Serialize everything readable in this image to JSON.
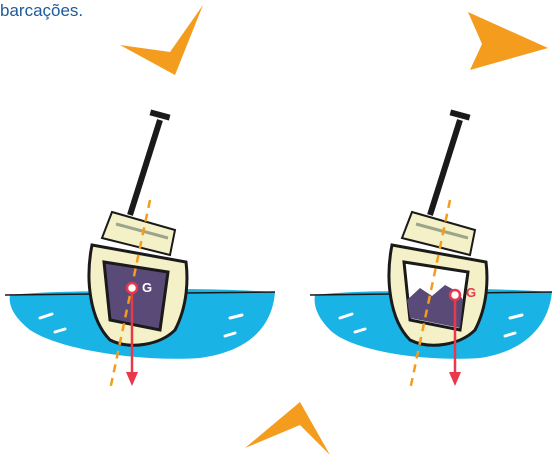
{
  "caption": "barcações.",
  "diagram": {
    "left_boat": {
      "cg_label": "G",
      "cargo_state": "stable"
    },
    "right_boat": {
      "cg_label": "G",
      "cargo_state": "shifted"
    }
  },
  "colors": {
    "caption_text": "#1d5a9c",
    "arrow_orange": "#f39c1d",
    "water_blue": "#19b3e6",
    "hull_cream": "#f4f1c8",
    "cargo_window": "#5a4a78",
    "force_arrow": "#e8384a",
    "axis_dash": "#f39c1d",
    "outline": "#1a1a1a"
  },
  "icons": [
    "chevron-arrow-top-left",
    "chevron-arrow-top-right",
    "chevron-arrow-bottom",
    "boat-illustration"
  ]
}
